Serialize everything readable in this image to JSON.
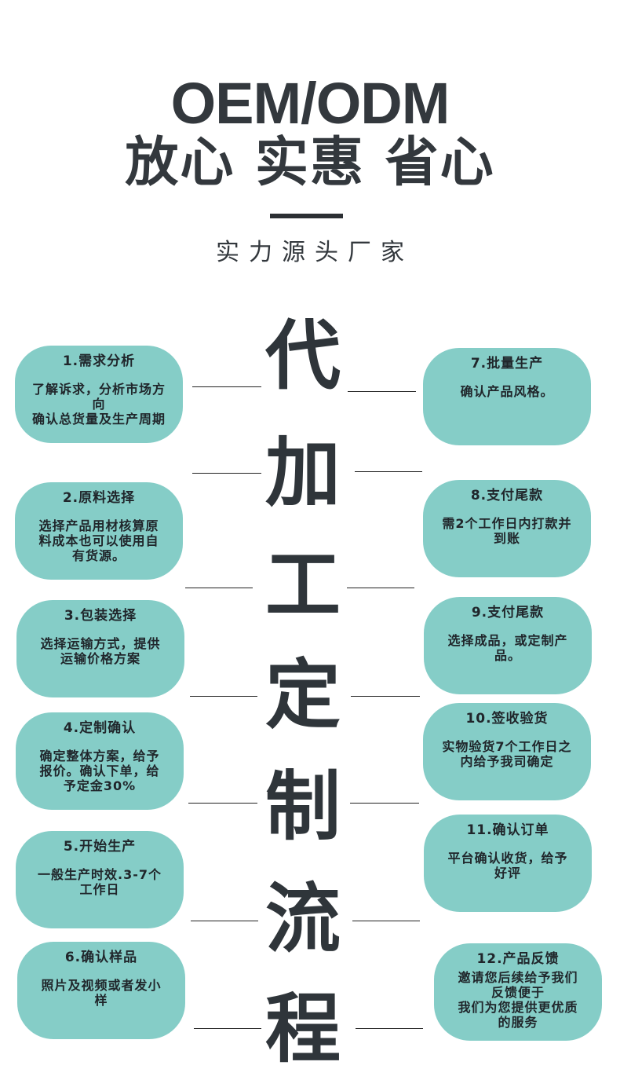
{
  "header": {
    "title_en": "OEM/ODM",
    "title_cn": "放心 实惠 省心",
    "subtitle": "实力源头厂家"
  },
  "center_chars": [
    "代",
    "加",
    "工",
    "定",
    "制",
    "流",
    "程"
  ],
  "left_steps": [
    {
      "title": "1.需求分析",
      "lines": [
        "了解诉求，分析市场方",
        "向",
        "确认总货量及生产周期"
      ]
    },
    {
      "title": "2.原料选择",
      "lines": [
        "选择产品用材核算原",
        "料成本也可以使用自",
        "有货源。"
      ]
    },
    {
      "title": "3.包装选择",
      "lines": [
        "选择运输方式，提供",
        "运输价格方案"
      ]
    },
    {
      "title": "4.定制确认",
      "lines": [
        "确定整体方案，给予",
        "报价。确认下单，给",
        "予定金30%"
      ]
    },
    {
      "title": "5.开始生产",
      "lines": [
        "一般生产时效.3-7个",
        "工作日"
      ]
    },
    {
      "title": "6.确认样品",
      "lines": [
        "照片及视频或者发小",
        "样"
      ]
    }
  ],
  "right_steps": [
    {
      "title": "7.批量生产",
      "lines": [
        "确认产品风格。"
      ]
    },
    {
      "title": "8.支付尾款",
      "lines": [
        "需2个工作日内打款并",
        "到账"
      ]
    },
    {
      "title": "9.支付尾款",
      "lines": [
        "选择成品，或定制产",
        "品。"
      ]
    },
    {
      "title": "10.签收验货",
      "lines": [
        "实物验货7个工作日之",
        "内给予我司确定"
      ]
    },
    {
      "title": "11.确认订单",
      "lines": [
        "平台确认收货，给予",
        "好评"
      ]
    },
    {
      "title": "12.产品反馈",
      "lines": [
        "邀请您后续给予我们",
        "反馈便于",
        "我们为您提供更优质",
        "的服务"
      ]
    }
  ],
  "colors": {
    "pill": "#85cdc7",
    "text_dark": "#33383d"
  }
}
